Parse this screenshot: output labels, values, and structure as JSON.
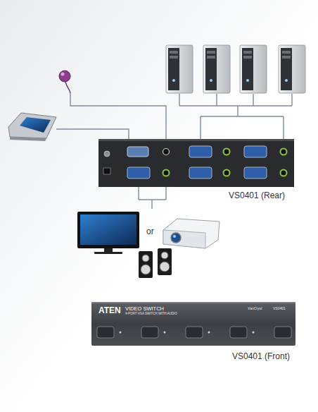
{
  "diagram": {
    "nodes": [
      {
        "text": [
          "VS0401 (Rear)"
        ]
      },
      {
        "text": [
          "ATEN",
          "VIDEO SWITCH",
          "4-PORT VGA SWITCH WITH AUDIO",
          "VanCryst",
          "VS0401",
          "VS0401 (Front)"
        ]
      }
    ],
    "labels": [
      "or"
    ]
  }
}
